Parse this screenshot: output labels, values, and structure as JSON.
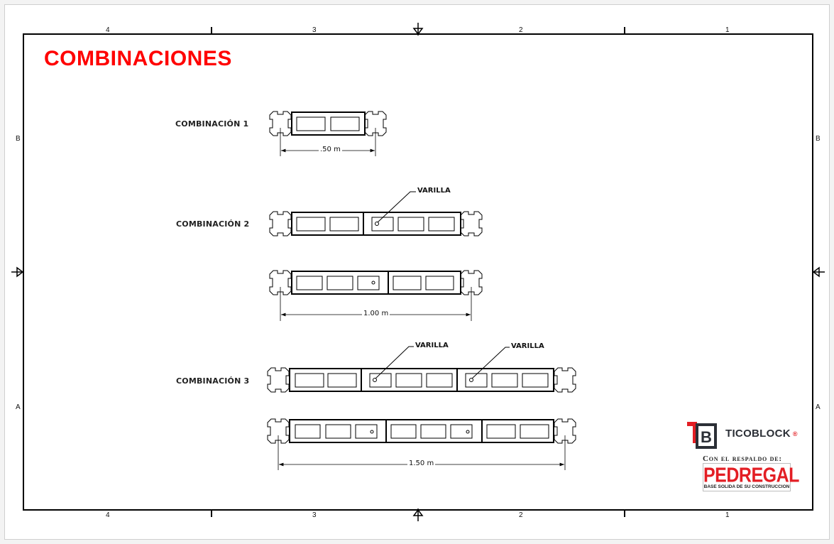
{
  "sheet": {
    "title": "COMBINACIONES",
    "title_color": "#ff0000",
    "zone_columns_top": [
      "4",
      "3",
      "2",
      "1"
    ],
    "zone_columns_bottom": [
      "4",
      "3",
      "2",
      "1"
    ],
    "zone_rows_left": [
      "B",
      "A"
    ],
    "zone_rows_right": [
      "B",
      "A"
    ]
  },
  "combinations": [
    {
      "label": "COMBINACIÓN 1",
      "dimension": ".50 m",
      "blocks": 1
    },
    {
      "label": "COMBINACIÓN 2",
      "dimension": "1.00 m",
      "blocks": 2,
      "callouts": [
        "VARILLA"
      ]
    },
    {
      "label": "COMBINACIÓN 3",
      "dimension": "1.50 m",
      "blocks": 3,
      "callouts": [
        "VARILLA",
        "VARILLA"
      ]
    }
  ],
  "logo": {
    "brand": "TICOBLOCK",
    "registered": "®",
    "backing_text": "Con el respaldo de:",
    "partner": "PEDREGAL",
    "partner_tagline": "BASE SOLIDA DE SU CONSTRUCCION",
    "brand_red": "#e31e24",
    "brand_dark": "#2b2f36"
  }
}
